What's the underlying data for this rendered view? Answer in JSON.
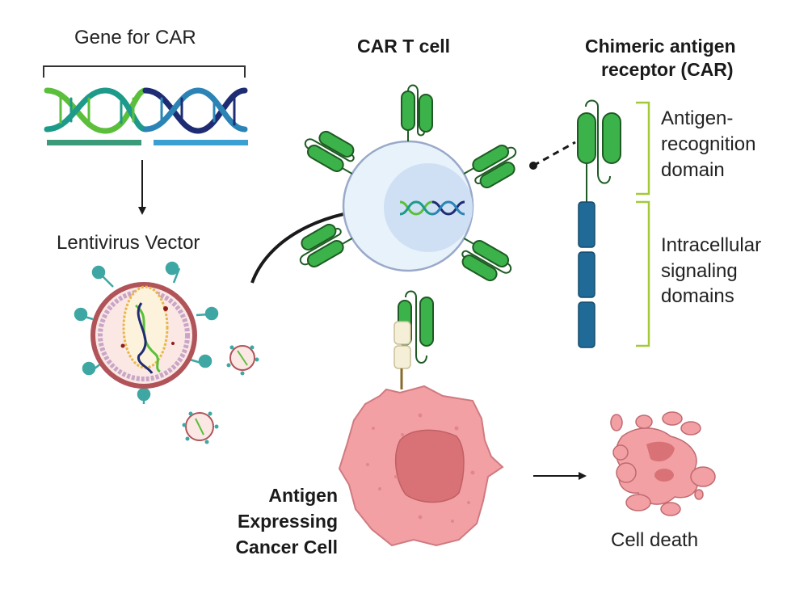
{
  "labels": {
    "gene_for_car": "Gene for CAR",
    "lentivirus_vector": "Lentivirus Vector",
    "car_t_cell": "CAR T cell",
    "car_title_line1": "Chimeric antigen",
    "car_title_line2": "receptor (CAR)",
    "antigen_recognition_line1": "Antigen-",
    "antigen_recognition_line2": "recognition",
    "antigen_recognition_line3": "domain",
    "intracellular_line1": "Intracellular",
    "intracellular_line2": "signaling",
    "intracellular_line3": "domains",
    "cancer_line1": "Antigen",
    "cancer_line2": "Expressing",
    "cancer_line3": "Cancer Cell",
    "cell_death": "Cell death"
  },
  "colors": {
    "car_green": "#3cb34a",
    "car_green_stroke": "#1f5a24",
    "signaling_blue": "#1f6a97",
    "bracket_green": "#a3c93a",
    "tcell_fill": "#e8f2fb",
    "tcell_nucleus": "#cfe0f5",
    "cancer_pink": "#f2a0a4",
    "cancer_nucleus": "#d87276",
    "virus_membrane": "#b0545a",
    "virus_spike": "#3fa7a3",
    "dna_green": "#5bbf3b",
    "dna_teal": "#1e9a8a",
    "dna_navy": "#1e2c73",
    "dna_blue": "#2b84b5",
    "bar_teal": "#3a9a7a",
    "bar_blue": "#3aa0d2"
  }
}
